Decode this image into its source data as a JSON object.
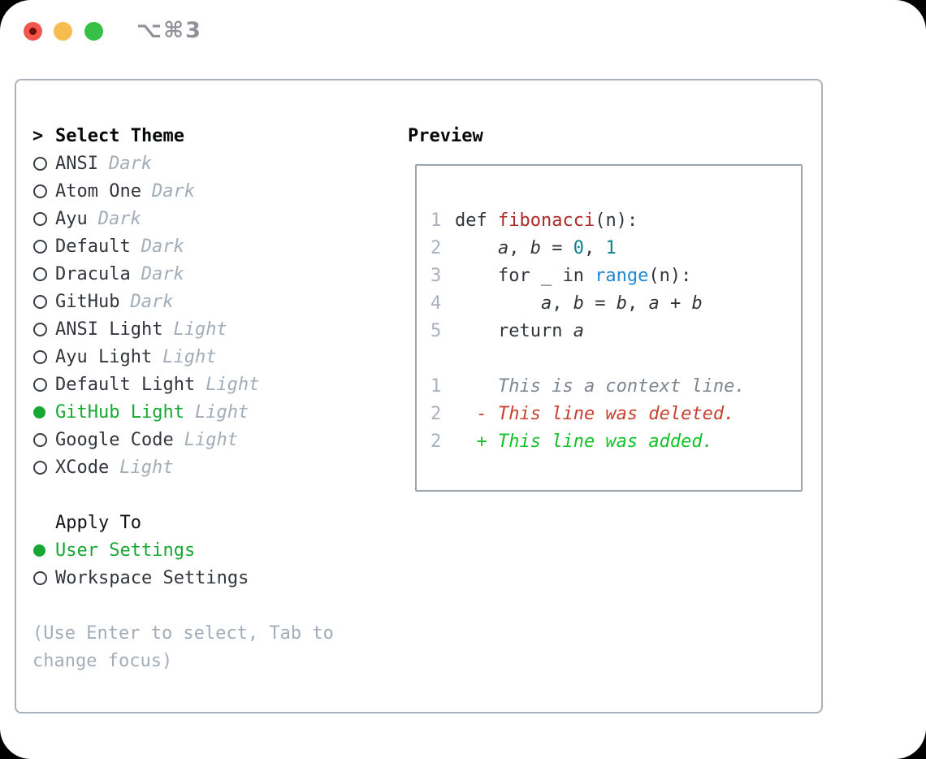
{
  "window": {
    "title": "⌥⌘3",
    "traffic_lights": [
      {
        "name": "close",
        "color": "#f2564d",
        "dot": "#6b100b"
      },
      {
        "name": "minimize",
        "color": "#f6bd4e"
      },
      {
        "name": "zoom",
        "color": "#36c146"
      }
    ]
  },
  "colors": {
    "accent_green": "#17a834",
    "panel_border": "#aab3bd",
    "preview_border": "#9ba4ad",
    "text_dark": "#32353c",
    "text_muted": "#a3adb8",
    "line_number": "#a8b1bd",
    "syntax_function_red": "#ad2a27",
    "syntax_number_teal": "#0c7f8a",
    "syntax_builtin_blue": "#1f87d2",
    "diff_context_gray": "#7e868f",
    "diff_deleted_red": "#c6402e",
    "diff_added_green": "#13c22a"
  },
  "theme_panel": {
    "header": {
      "marker": ">",
      "label": "Select Theme"
    },
    "themes": [
      {
        "name": "ANSI",
        "variant": "Dark",
        "selected": false
      },
      {
        "name": "Atom One",
        "variant": "Dark",
        "selected": false
      },
      {
        "name": "Ayu",
        "variant": "Dark",
        "selected": false
      },
      {
        "name": "Default",
        "variant": "Dark",
        "selected": false
      },
      {
        "name": "Dracula",
        "variant": "Dark",
        "selected": false
      },
      {
        "name": "GitHub",
        "variant": "Dark",
        "selected": false
      },
      {
        "name": "ANSI Light",
        "variant": "Light",
        "selected": false
      },
      {
        "name": "Ayu Light",
        "variant": "Light",
        "selected": false
      },
      {
        "name": "Default Light",
        "variant": "Light",
        "selected": false
      },
      {
        "name": "GitHub Light",
        "variant": "Light",
        "selected": true
      },
      {
        "name": "Google Code",
        "variant": "Light",
        "selected": false
      },
      {
        "name": "XCode",
        "variant": "Light",
        "selected": false
      }
    ],
    "apply_to": {
      "label": "Apply To",
      "options": [
        {
          "name": "User Settings",
          "selected": true
        },
        {
          "name": "Workspace Settings",
          "selected": false
        }
      ]
    },
    "hint_lines": [
      "(Use Enter to select, Tab to",
      "change focus)"
    ]
  },
  "preview": {
    "label": "Preview",
    "lines": [
      {
        "num": "1",
        "segments": [
          {
            "text": "def ",
            "style": "code"
          },
          {
            "text": "fibonacci",
            "style": "func"
          },
          {
            "text": "(n):",
            "style": "code"
          }
        ]
      },
      {
        "num": "2",
        "segments": [
          {
            "text": "    ",
            "style": "code"
          },
          {
            "text": "a",
            "style": "var"
          },
          {
            "text": ", ",
            "style": "code"
          },
          {
            "text": "b",
            "style": "var"
          },
          {
            "text": " = ",
            "style": "code"
          },
          {
            "text": "0",
            "style": "num"
          },
          {
            "text": ", ",
            "style": "code"
          },
          {
            "text": "1",
            "style": "num"
          }
        ]
      },
      {
        "num": "3",
        "segments": [
          {
            "text": "    for _ in ",
            "style": "code"
          },
          {
            "text": "range",
            "style": "builtin"
          },
          {
            "text": "(n):",
            "style": "code"
          }
        ]
      },
      {
        "num": "4",
        "segments": [
          {
            "text": "        ",
            "style": "code"
          },
          {
            "text": "a",
            "style": "var"
          },
          {
            "text": ", ",
            "style": "code"
          },
          {
            "text": "b",
            "style": "var"
          },
          {
            "text": " = ",
            "style": "code"
          },
          {
            "text": "b",
            "style": "var"
          },
          {
            "text": ", ",
            "style": "code"
          },
          {
            "text": "a",
            "style": "var"
          },
          {
            "text": " + ",
            "style": "code"
          },
          {
            "text": "b",
            "style": "var"
          }
        ]
      },
      {
        "num": "5",
        "segments": [
          {
            "text": "    return ",
            "style": "code"
          },
          {
            "text": "a",
            "style": "var"
          }
        ]
      },
      {
        "num": "",
        "segments": []
      },
      {
        "num": "1",
        "segments": [
          {
            "text": "    This is a context line.",
            "style": "context"
          }
        ]
      },
      {
        "num": "2",
        "segments": [
          {
            "text": "  - This line was deleted.",
            "style": "deleted"
          }
        ]
      },
      {
        "num": "2",
        "segments": [
          {
            "text": "  + This line was added.",
            "style": "added"
          }
        ]
      }
    ]
  }
}
